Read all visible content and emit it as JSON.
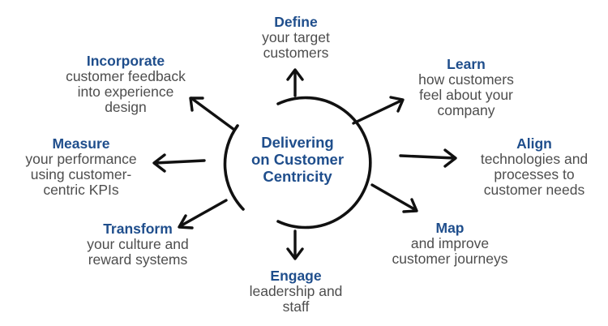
{
  "center": {
    "label": "Delivering\non Customer\nCentricity"
  },
  "steps": {
    "define": {
      "title": "Define",
      "text": "your target\ncustomers"
    },
    "learn": {
      "title": "Learn",
      "text": "how customers\nfeel about your\ncompany"
    },
    "align": {
      "title": "Align",
      "text": "technologies and\nprocesses to\ncustomer needs"
    },
    "map": {
      "title": "Map",
      "text": "and improve\ncustomer journeys"
    },
    "engage": {
      "title": "Engage",
      "text": "leadership and\nstaff"
    },
    "transform": {
      "title": "Transform",
      "text": "your culture and\nreward systems"
    },
    "measure": {
      "title": "Measure",
      "text": "your performance\nusing customer-\ncentric KPIs"
    },
    "incorporate": {
      "title": "Incorporate",
      "text": "customer feedback\ninto experience\ndesign"
    }
  },
  "colors": {
    "heading": "#1f4e8c",
    "body_text": "#4d4d4d",
    "lines": "#111111"
  }
}
